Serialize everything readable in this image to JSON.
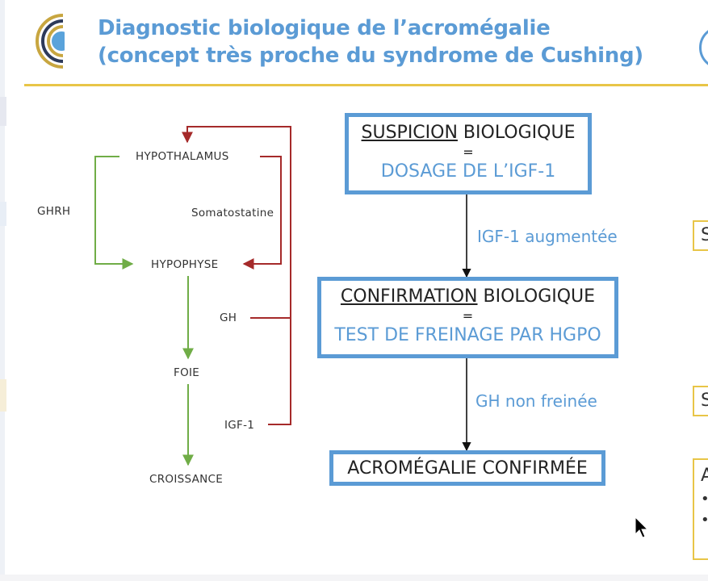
{
  "slide": {
    "title_line1": "Diagnostic biologique de l’acromégalie",
    "title_line2": "(concept très proche du syndrome de Cushing)"
  },
  "axis_diagram": {
    "hypothalamus": "HYPOTHALAMUS",
    "ghrh": "GHRH",
    "somatostatine": "Somatostatine",
    "hypophyse": "HYPOPHYSE",
    "gh": "GH",
    "foie": "FOIE",
    "igf1": "IGF-1",
    "croissance": "CROISSANCE",
    "colors": {
      "stimulation": "#70ad47",
      "inhibition": "#a52a2a"
    }
  },
  "flowchart": {
    "step1": {
      "underlined": "SUSPICION",
      "rest": " BIOLOGIQUE",
      "equals": "=",
      "detail": "DOSAGE DE L’IGF-1"
    },
    "arrow1_label": "IGF-1 augmentée",
    "step2": {
      "underlined": "CONFIRMATION",
      "rest": " BIOLOGIQUE",
      "equals": "=",
      "detail": "TEST DE FREINAGE PAR HGPO"
    },
    "arrow2_label": "GH non freinée",
    "step3": {
      "label": "ACROMÉGALIE CONFIRMÉE"
    },
    "colors": {
      "box_border": "#5b9bd5",
      "accent": "#e8c547"
    }
  },
  "side_panel": {
    "box1": "S",
    "box2": "S",
    "box3_head": "A",
    "box3_bullets": [
      "•",
      "•"
    ]
  }
}
